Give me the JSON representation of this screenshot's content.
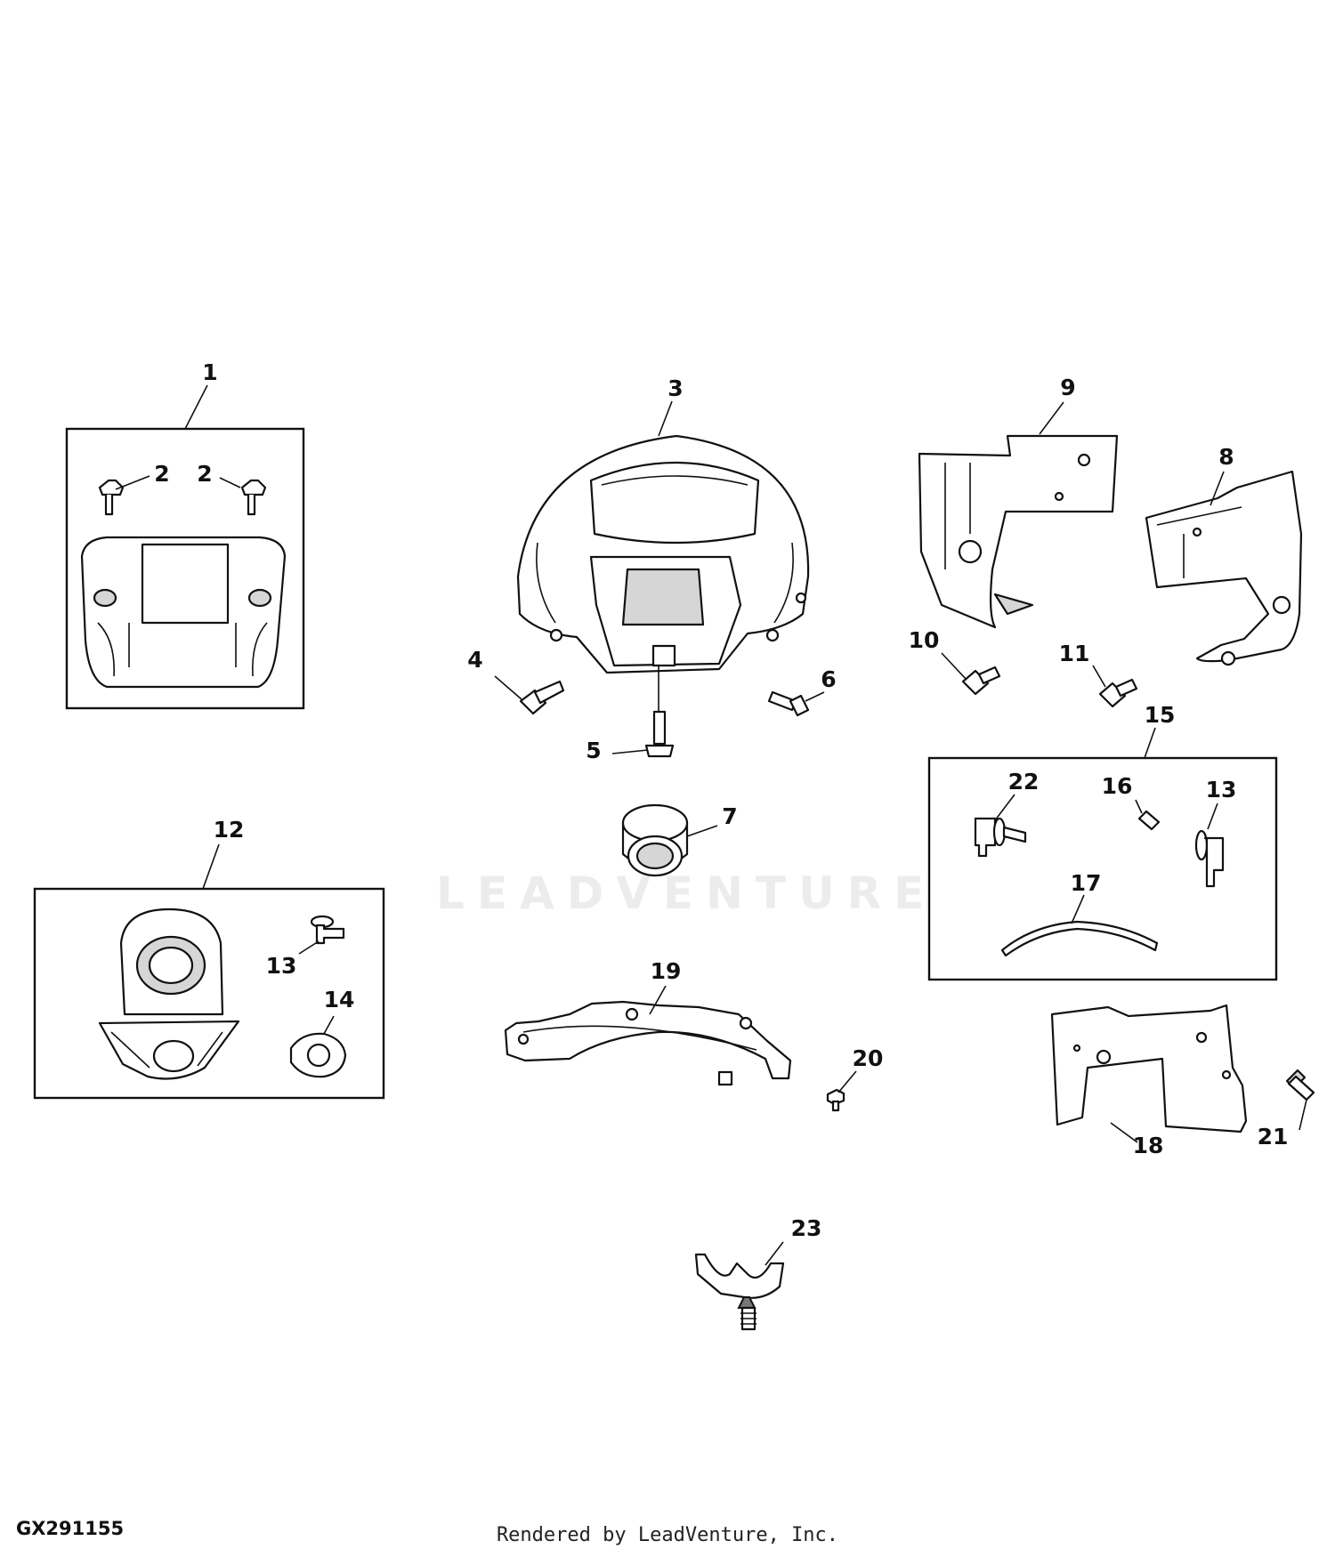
{
  "figure_id": "GX291155",
  "credit": "Rendered by LeadVenture, Inc.",
  "watermark": "LEADVENTURE",
  "callouts": {
    "c1": "1",
    "c2a": "2",
    "c2b": "2",
    "c3": "3",
    "c4": "4",
    "c5": "5",
    "c6": "6",
    "c7": "7",
    "c8": "8",
    "c9": "9",
    "c10": "10",
    "c11": "11",
    "c12": "12",
    "c13a": "13",
    "c13b": "13",
    "c14": "14",
    "c15": "15",
    "c16": "16",
    "c17": "17",
    "c18": "18",
    "c19": "19",
    "c20": "20",
    "c21": "21",
    "c22": "22",
    "c23": "23"
  }
}
